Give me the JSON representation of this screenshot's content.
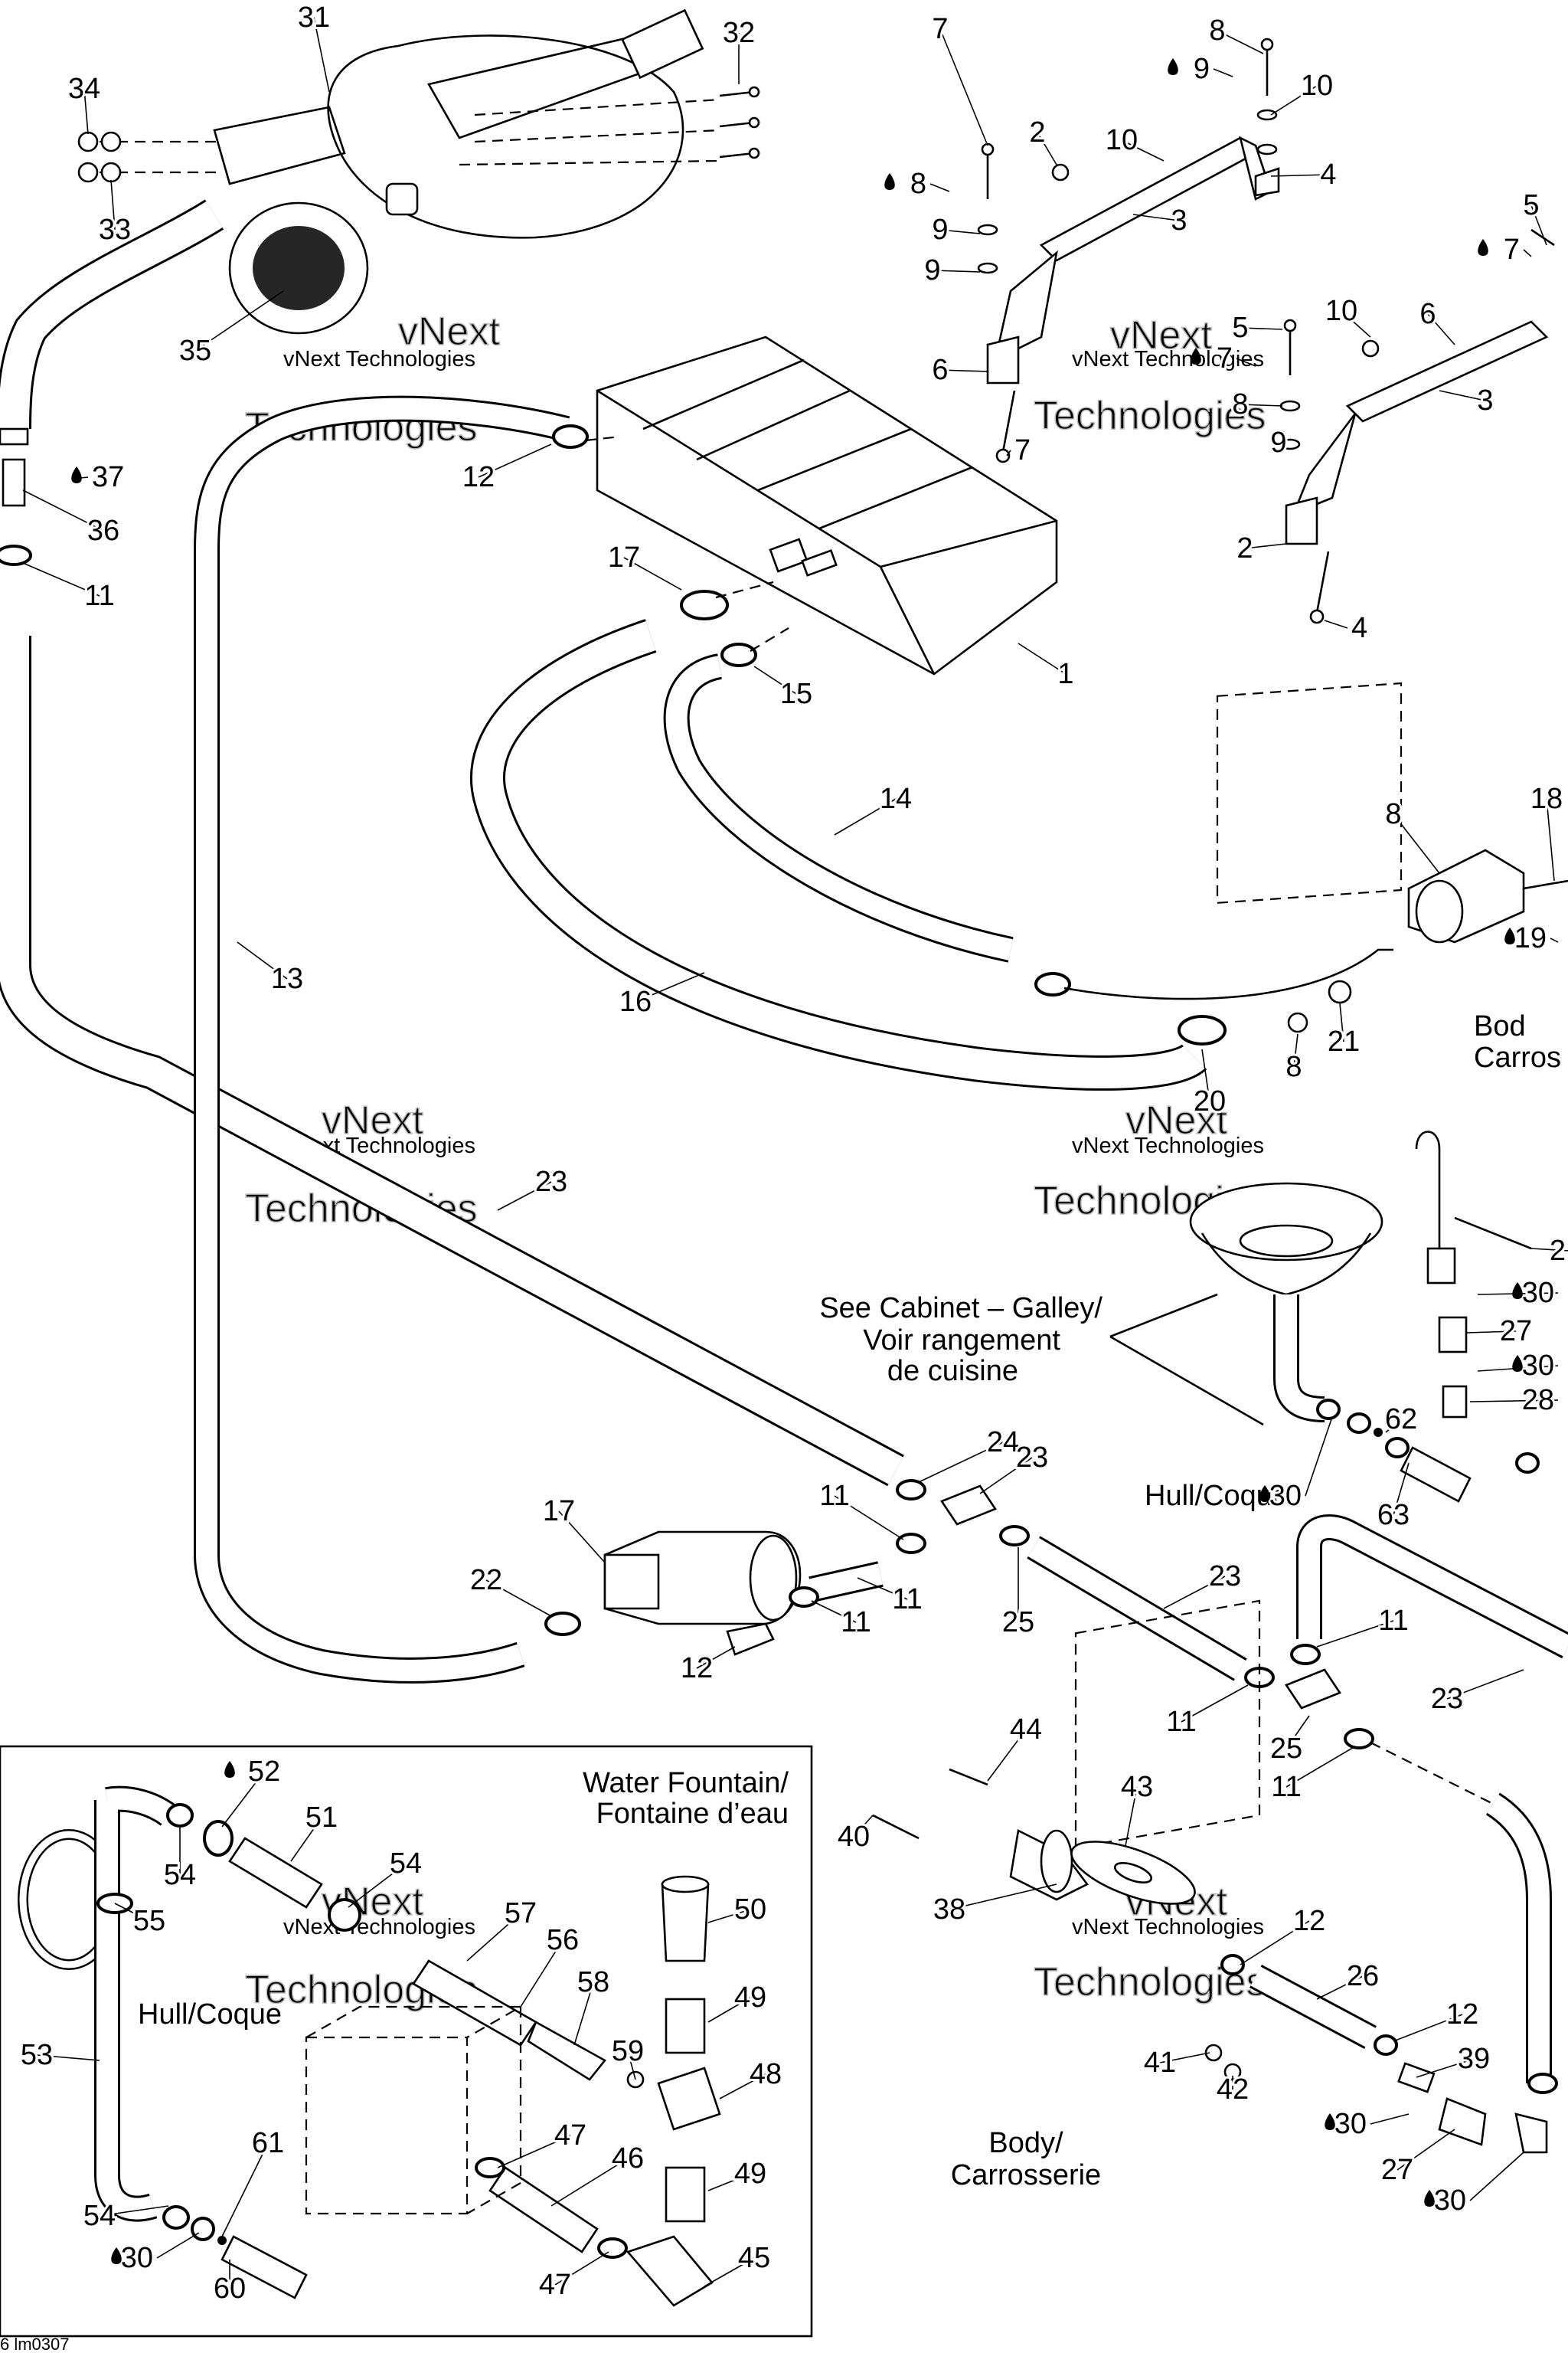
{
  "diagram": {
    "watermark": {
      "small": "vNext Technologies",
      "big": "Technologies",
      "v_next": "vNext"
    },
    "captions": {
      "galley_1": "See Cabinet – Galley/",
      "galley_2": "Voir rangement",
      "galley_3": "de cuisine",
      "body_right_1": "Bod",
      "body_right_2": "Carros",
      "hull_coque_top": "Hull/Coque",
      "body_bottom_1": "Body/",
      "body_bottom_2": "Carrosserie",
      "fountain_1": "Water Fountain/",
      "fountain_2": "Fontaine d’eau",
      "hull_coque_inset": "Hull/Coque"
    },
    "footer_code": "6 lm0307",
    "part_labels": [
      "31",
      "32",
      "34",
      "33",
      "35",
      "37",
      "36",
      "11",
      "12",
      "13",
      "23",
      "16",
      "17",
      "15",
      "14",
      "1",
      "7",
      "8",
      "9",
      "9",
      "10",
      "3",
      "2",
      "6",
      "7",
      "8",
      "9",
      "10",
      "4",
      "5",
      "7",
      "8",
      "9",
      "10",
      "6",
      "3",
      "2",
      "4",
      "5",
      "7",
      "8",
      "18",
      "19",
      "8",
      "21",
      "20",
      "17",
      "22",
      "12",
      "24",
      "11",
      "11",
      "23",
      "25",
      "11",
      "23",
      "11",
      "25",
      "11",
      "2",
      "30",
      "27",
      "30",
      "28",
      "30",
      "62",
      "63",
      "11",
      "23",
      "44",
      "43",
      "40",
      "38",
      "12",
      "41",
      "42",
      "26",
      "12",
      "39",
      "30",
      "27",
      "30",
      "52",
      "51",
      "54",
      "55",
      "54",
      "57",
      "56",
      "58",
      "59",
      "50",
      "49",
      "48",
      "49",
      "53",
      "61",
      "54",
      "30",
      "60",
      "47",
      "46",
      "47",
      "45"
    ]
  }
}
